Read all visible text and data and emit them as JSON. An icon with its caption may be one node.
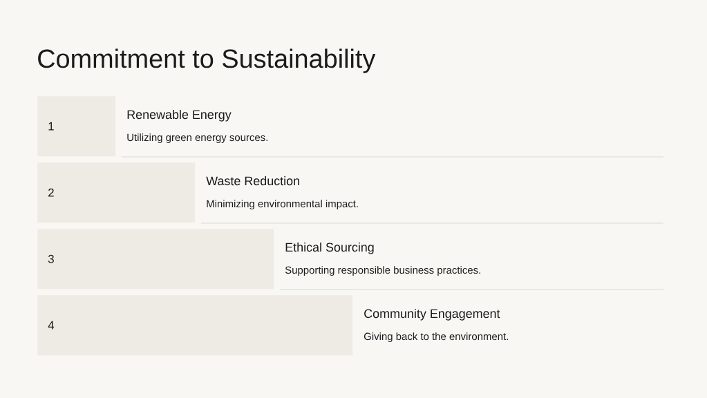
{
  "diagram": {
    "title": "Commitment to Sustainability",
    "nodes": [
      {
        "text": [
          "1"
        ],
        "beside": [
          "Renewable Energy",
          "Utilizing green energy sources."
        ]
      },
      {
        "text": [
          "2"
        ],
        "beside": [
          "Waste Reduction",
          "Minimizing environmental impact."
        ]
      },
      {
        "text": [
          "3"
        ],
        "beside": [
          "Ethical Sourcing",
          "Supporting responsible business practices."
        ]
      },
      {
        "text": [
          "4"
        ],
        "beside": [
          "Community Engagement",
          "Giving back to the environment."
        ]
      }
    ]
  }
}
